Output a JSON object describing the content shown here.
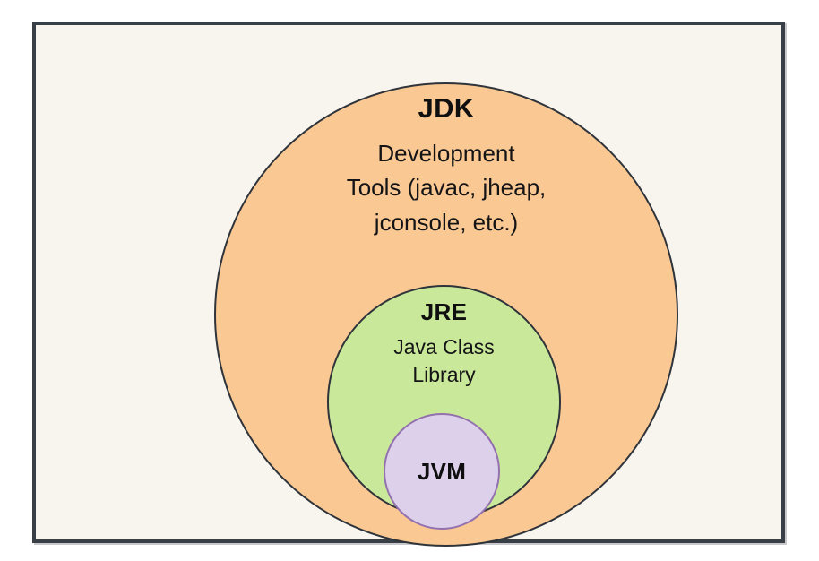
{
  "diagram": {
    "title_hidden": "",
    "frame": {
      "background_color": "#f8f5ef",
      "border_color": "#383f47"
    },
    "layers": [
      {
        "id": "jdk",
        "heading": "JDK",
        "fill_color": "#fac893",
        "border_color": "#2f343a",
        "description_lines": [
          "Development",
          "Tools (javac, jheap,",
          "jconsole, etc.)"
        ]
      },
      {
        "id": "jre",
        "heading": "JRE",
        "fill_color": "#c9e89a",
        "border_color": "#2f343a",
        "description_lines": [
          "Java Class",
          "Library"
        ]
      },
      {
        "id": "jvm",
        "heading": "JVM",
        "fill_color": "#ddd0ea",
        "border_color": "#9370ae",
        "description_lines": []
      }
    ]
  }
}
